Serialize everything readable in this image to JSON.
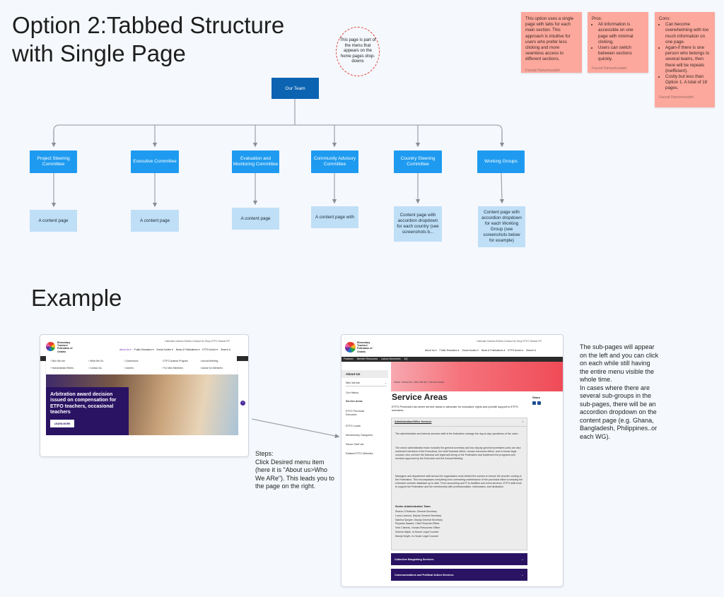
{
  "title": {
    "line1": "Option 2:Tabbed Structure",
    "line2": "with Single Page"
  },
  "note": "This page is part of the menu that appears on the home pages drop-downs",
  "stickies": {
    "description": {
      "text": "This option uses a single page with tabs for each main section. This approach is intuitive for users who prefer less clicking and more seamless access to different sections.",
      "author": "Farzad Hamzehzadeh"
    },
    "pros": {
      "heading": "Pros:",
      "items": [
        "All information is accessible on one page with minimal clicking.",
        "Users can switch between sections quickly."
      ],
      "author": "Farzad Hamzehzadeh"
    },
    "cons": {
      "heading": "Cons:",
      "items": [
        "Can become overwhelming with too much information on one page.",
        "Again-if there is one person who belongs to several teams, then there will be repeats (inefficient).",
        "Costly but less than Option 1. A total of 18 pages."
      ],
      "author": "Farzad Hamzehzadeh"
    }
  },
  "tree": {
    "root": "Our Team",
    "committees": [
      "Project Steering Committee",
      "Executive Committee",
      "Evaluation and Monitoring Committee",
      "Community Advisory Committee",
      "Country Steering Committee",
      "Working Groups"
    ],
    "pages": [
      "A content page",
      "A content page",
      "A content page",
      "A content page with",
      "Content page with accordion dropdown for each country (see screenshots b...",
      "Content page with accordion dropdown for each Working Group (see screenshots below for example)"
    ]
  },
  "example": {
    "heading": "Example",
    "steps": "Steps:\nClick Desired menu item (here it is \"About us>Who We ARe\"). This leads you to the page on the right.",
    "side_note": "The sub-pages will appear on the left and you can click on each while still having the entire menu visible the whole time.\nIn cases where there are several sub-groups in the sub-pages, there will be an accordion dropdown on the content page (e.g. Ghana, Bangladesh, Philippines..or each WG)."
  },
  "left_shot": {
    "org": "Elementary Teachers' Federation of Ontario",
    "top_links": "Calendar  Careers  Events  Contact Us  Shop ETFO  Search  FR",
    "nav": [
      "About Us ▾",
      "Public Education ▾",
      "Social Justice ▾",
      "News & Publications ▾",
      "ETFO Action ▾",
      "Search &"
    ],
    "menu_col1": [
      "› Who We Are",
      "› Humanitarian Efforts"
    ],
    "menu_col2": [
      "› What We Do",
      "› Contact Us"
    ],
    "menu_col3": [
      "› Governance",
      "› Careers"
    ],
    "menu_col4": [
      "› ETFO Awards Program",
      "› For New Members"
    ],
    "menu_col5": [
      "› Annual Meeting",
      "› Advice for Members"
    ],
    "hero_title": "Arbitration award decision issued on compensation for ETFO teachers, occasional teachers",
    "hero_button": "LEARN MORE"
  },
  "right_shot": {
    "org": "Elementary Teachers' Federation of Ontario",
    "top_links": "Calendar  Careers  Events  Contact Us  Shop ETFO  Search  FR",
    "nav": [
      "About Us ▾",
      "Public Education ▾",
      "Social Justice ▾",
      "News & Publications ▾",
      "ETFO Action ▾",
      "Search &"
    ],
    "dark_bar": [
      "Featured",
      "Member Resources",
      "Labour Movement",
      "AQ"
    ],
    "sidebar": [
      "About Us",
      "Who We Are",
      "Our History",
      "Service Areas",
      "ETFO Provincial Executive",
      "ETFO Locals",
      "Membership Categories",
      "Senior Staff List",
      "Related ETFO Websites"
    ],
    "breadcrumb": "Home / About Us / Who We Are / Service Areas",
    "page_title": "Service Areas",
    "share": "Share",
    "intro": "ETFO Provincial has seven service areas to advocate for educators' rights and provide support to ETFO members:",
    "accordion_title": "Administration/Office Services",
    "para1": "The administrative and internal services staff of the federation manage the day-to-day operations of the union.",
    "para2": "The senior administrative team includes the general secretary and two deputy general secretaries (who are also unelected members of the Executive), the chief financial officer, human resources officer, and in-house legal counsel, who oversee the financial and legal well-being of the Federation and implement the programs and services approved by the Executive and the Annual Meeting.",
    "para3": "Managers and department staff across the organization work behind the scenes to ensure the smooth running of the Federation. This encompasses everything from overseeing maintenance of the provincial office to keeping the extensive member database up to date. From accounting and IT to facilities and event services, ETFO staff work to support the Federation and the membership with professionalism, enthusiasm, and dedication.",
    "team_heading": "Senior Administrative Team",
    "team": [
      "Sharon O'Halloran, General Secretary",
      "Lorna Larmour, Deputy General Secretary",
      "Sabrina Sawyer, Deputy General Secretary",
      "Priyanka Sawant, Chief Financial Officer",
      "Vera Chinedu, Human Resources Officer",
      "Sulema Najak, In-House Legal Counsel",
      "Mandy Woyth, In-House Legal Counsel"
    ],
    "bar1": "Collective Bargaining Services",
    "bar2": "Communications and Political Action Services"
  }
}
